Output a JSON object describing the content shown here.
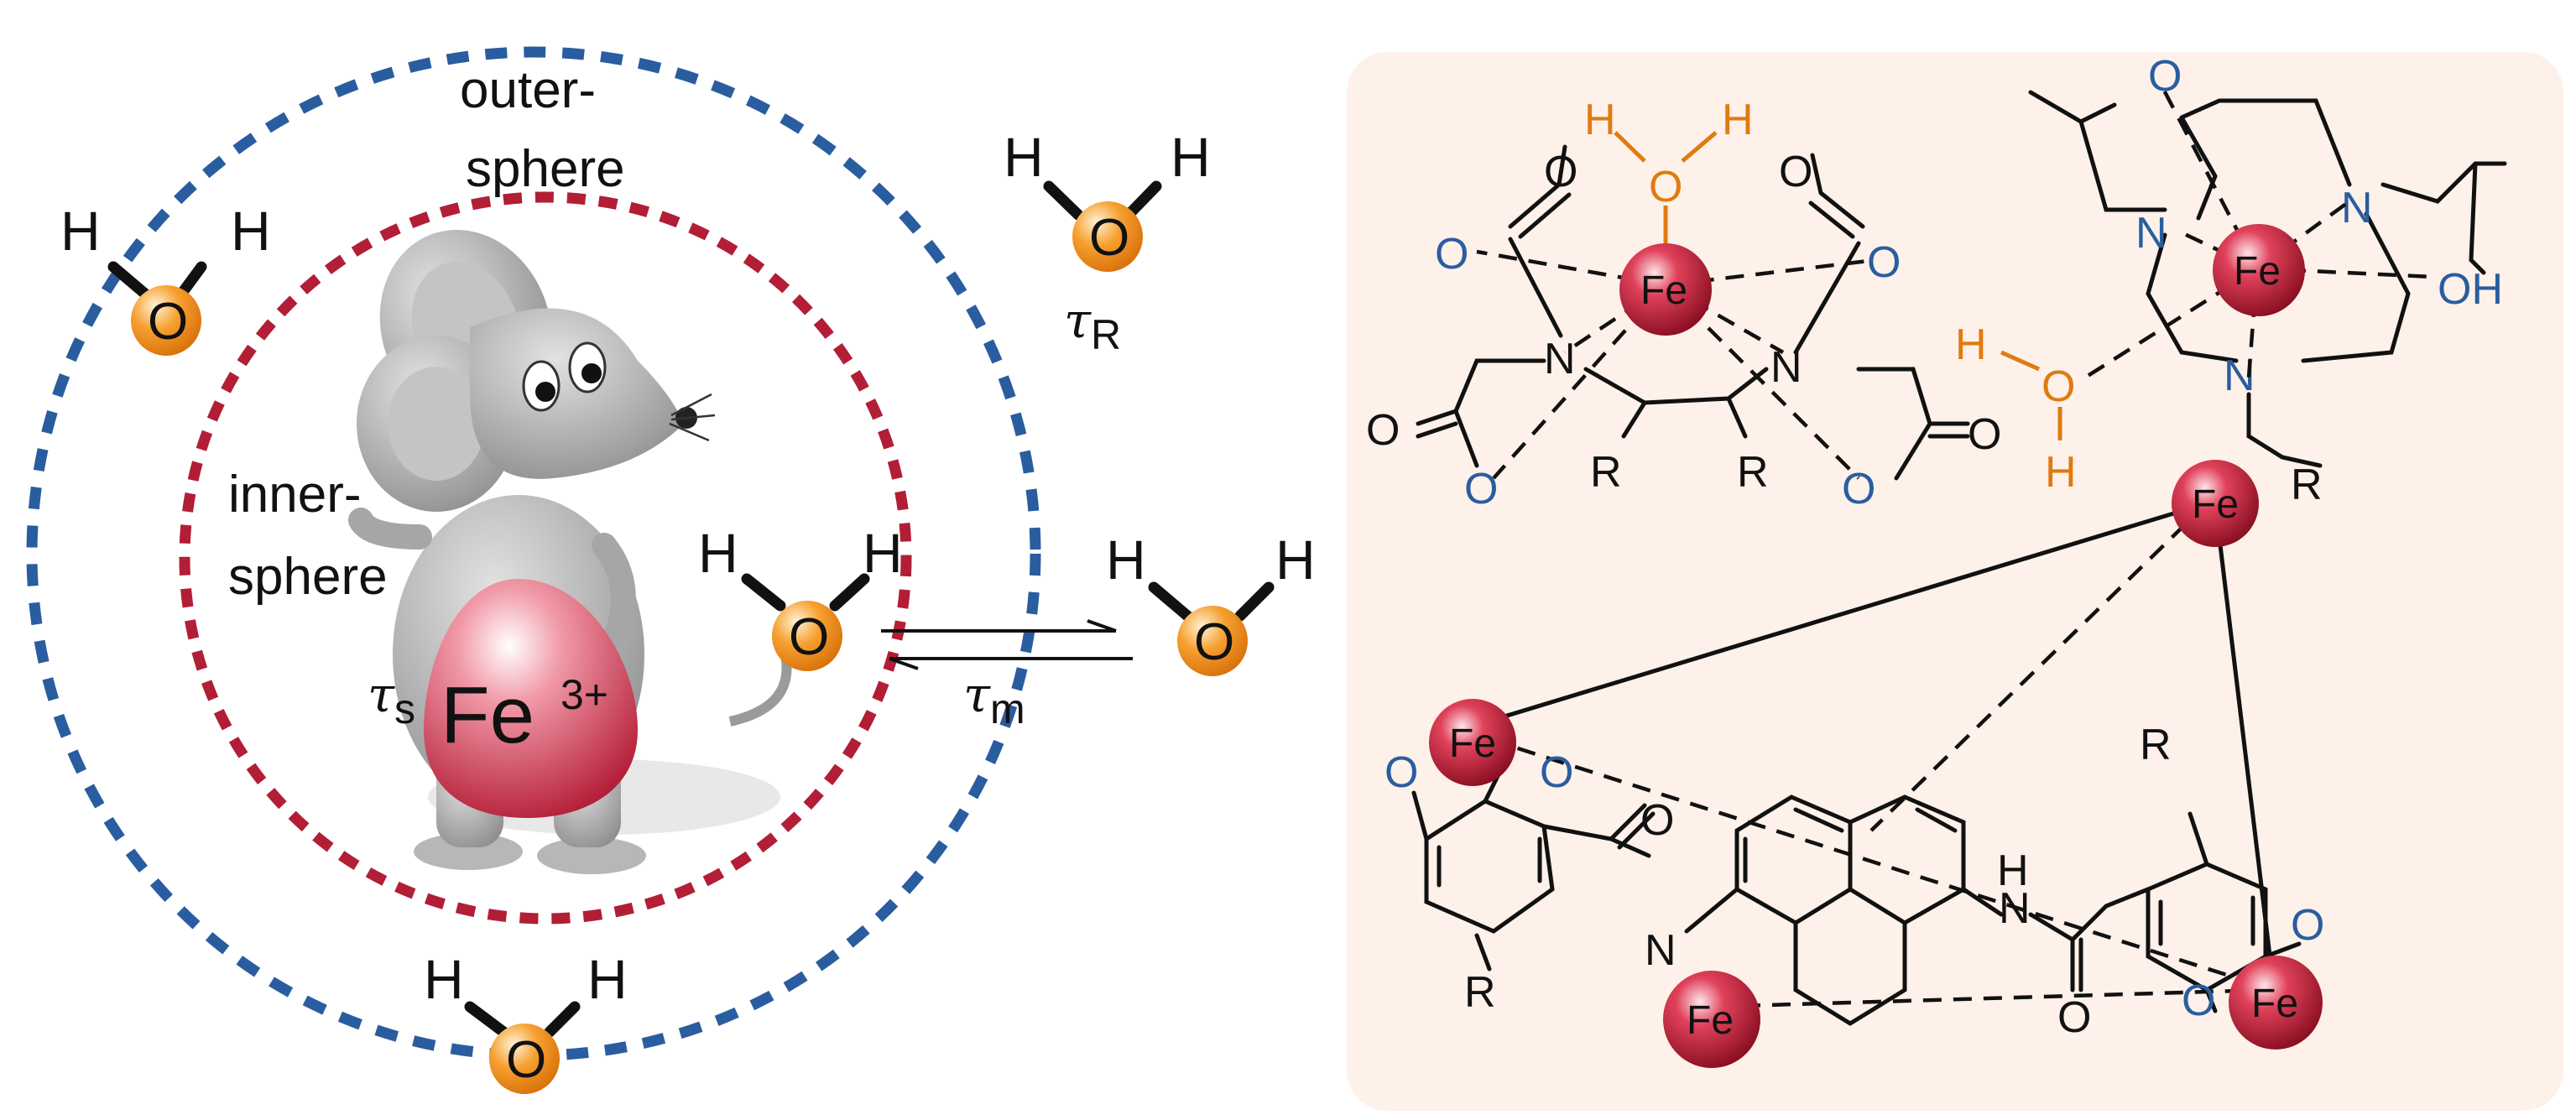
{
  "colors": {
    "outer_sphere": "#2a5d9f",
    "inner_sphere": "#b21e36",
    "iron": "#c8203a",
    "oxygen_water": "#f29320",
    "panel": "#fdf1ea",
    "hetero_blue": "#2a5d9f",
    "water_orange": "#e07b10"
  },
  "labels": {
    "outer_1": "outer-",
    "outer_2": "sphere",
    "inner_1": "inner-",
    "inner_2": "sphere",
    "fe_main": "Fe",
    "fe_charge": "3+",
    "tau": "τ",
    "tau_s_sub": "s",
    "tau_m_sub": "m",
    "tau_r_sub": "R"
  },
  "water": {
    "h": "H",
    "o": "O"
  },
  "chem": {
    "fe": "Fe",
    "o": "O",
    "n": "N",
    "h": "H",
    "r": "R",
    "oh": "OH"
  },
  "icons": [
    "mouse-mascot-illustration",
    "egg-shaped-fe-body",
    "orange-oxygen-sphere",
    "red-iron-sphere",
    "equilibrium-arrows-icon"
  ]
}
